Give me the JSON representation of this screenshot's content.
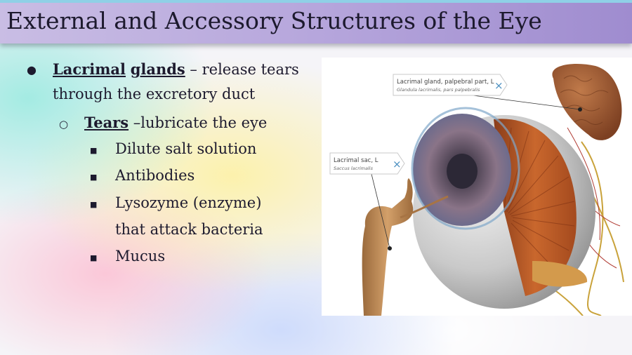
{
  "slide": {
    "title": "External and Accessory Structures of the Eye"
  },
  "bullets": {
    "level1": {
      "term1": "Lacrimal",
      "term2": "glands",
      "text_a": " – release tears",
      "text_b": "through the excretory duct"
    },
    "level2": {
      "term": "Tears",
      "text": " –lubricate the eye"
    },
    "level3": [
      "Dilute salt solution",
      "Antibodies",
      "Lysozyme (enzyme)",
      "that attack bacteria",
      "Mucus"
    ],
    "markers": {
      "level1": "●",
      "level2": "○",
      "level3": "■"
    }
  },
  "figure": {
    "callout_gland": {
      "title": "Lacrimal gland, palpebral part, L",
      "subtitle": "Glandula lacrimalis, pars palpebralis"
    },
    "callout_sac": {
      "title": "Lacrimal sac, L",
      "subtitle": "Saccus lacrimalis"
    },
    "close_glyph": "×"
  }
}
